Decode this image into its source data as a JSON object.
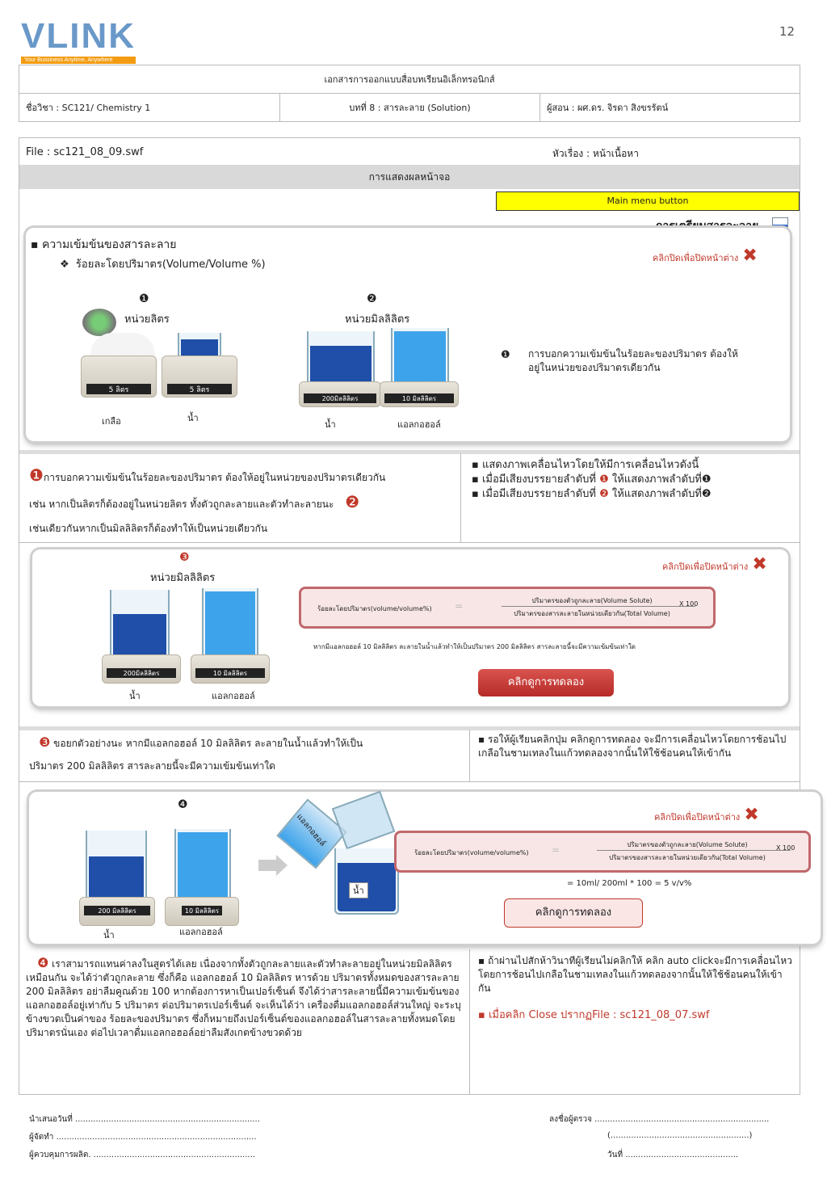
{
  "page_number": "12",
  "logo": {
    "text": "VLINK",
    "tagline": "Your Bussiness Anytime, Anywhere"
  },
  "header": {
    "doc_title": "เอกสารการออกแบบสื่อบทเรียนอิเล็กทรอนิกส์",
    "course": "ชื่อวิชา :  SC121/ Chemistry 1",
    "chapter": "บทที่  8  :  สารละลาย (Solution)",
    "instructor": "ผู้สอน :  ผศ.ดร. จิรดา   สิงขรรัตน์"
  },
  "file_row": {
    "file": "File : sc121_08_09.swf",
    "topic": "หัวเรื่อง :   หน้าเนื้อหา"
  },
  "display_section": "การแสดงผลหน้าจอ",
  "main_menu_button": "Main menu button",
  "prep_title": "การเตรียมสารละลาย",
  "popup1": {
    "heading": "ความเข้มข้นของสารละลาย",
    "subheading": "ร้อยละโดยปริมาตร(Volume/Volume %)",
    "close_label": "คลิกปิดเพื่อปิดหน้าต่าง",
    "marker1": "❶",
    "marker2": "❷",
    "unit_liter": "หน่วยลิตร",
    "unit_ml": "หน่วยมิลลิลิตร",
    "scale1": "5  ลิตร",
    "scale2": "5  ลิตร",
    "scale3": "200มิลลิลิตร",
    "scale4": "10 มิลลิลิตร",
    "lbl_salt": "เกลือ",
    "lbl_water1": "น้ำ",
    "lbl_water2": "น้ำ",
    "lbl_alcohol": "แอลกอฮอล์",
    "note_marker": "❶",
    "note": "การบอกความเข้มข้นในร้อยละของปริมาตร ต้องให้อยู่ในหน่วยของปริมาตรเดียวกัน"
  },
  "narr1": {
    "marker": "❶",
    "line1": "การบอกความเข้มข้นในร้อยละของปริมาตร  ต้องให้อยู่ในหน่วยของปริมาตรเดียวกัน",
    "line2": "เช่น  หากเป็นลิตรก็ต้องอยู่ในหน่วยลิตร  ทั้งตัวถูกละลายและตัวทำละลายนะ",
    "marker2": "❷",
    "line3": "เช่นเดียวกันหากเป็นมิลลิลิตรก็ต้องทำให้เป็นหน่วยเดียวกัน"
  },
  "instr1": {
    "b1": "แสดงภาพเคลื่อนไหวโดยให้มีการเคลื่อนไหวดังนี้",
    "b2a": "เมื่อมีเสียงบรรยายลำดับที่",
    "b2m": "❶",
    "b2b": "ให้แสดงภาพลำดับที่❶",
    "b3a": "เมื่อมีเสียงบรรยายลำดับที่",
    "b3m": "❷",
    "b3b": "ให้แสดงภาพลำดับที่❷"
  },
  "popup2": {
    "marker": "❸",
    "unit_ml": "หน่วยมิลลิลิตร",
    "close_label": "คลิกปิดเพื่อปิดหน้าต่าง",
    "formula_left": "ร้อยละโดยปริมาตร(volume/volume%)",
    "formula_eq": "=",
    "numerator": "ปริมาตรของตัวถูกละลาย(Volume Solute)",
    "denominator": "ปริมาตรของสารละลายในหน่วยเดียวกัน(Total  Volume)",
    "times": "X  100",
    "question": "หากมีแอลกอฮอล์ 10 มิลลิลิตร  ละลายในน้ำแล้วทำให้เป็นปริมาตร 200 มิลลิลิตร  สารละลายนี้จะมีความเข้มข้นเท่าใด",
    "button": "คลิกดูการทดลอง",
    "scale1": "200มิลลิลิตร",
    "scale2": "10 มิลลิลิตร",
    "lbl_water": "น้ำ",
    "lbl_alcohol": "แอลกอฮอล์"
  },
  "narr2": {
    "marker": "❸",
    "line1": "ขอยกตัวอย่างนะ  หากมีแอลกอฮอล์ 10 มิลลิลิตร  ละลายในน้ำแล้วทำให้เป็น",
    "line2": "ปริมาตร 200 มิลลิลิตร  สารละลายนี้จะมีความเข้มข้นเท่าใด"
  },
  "instr2": {
    "text": "รอให้ผู้เรียนคลิกปุ่ม คลิกดูการทดลอง    จะมีการเคลื่อนไหวโดยการช้อนไปเกลือในชามเทลงในแก้วทดลองจากนั้นให้ใช้ช้อนคนให้เข้ากัน"
  },
  "popup3": {
    "marker": "❹",
    "close_label": "คลิกปิดเพื่อปิดหน้าต่าง",
    "pour_label": "แอลกอฮอล์",
    "water_label": "น้ำ",
    "formula_left": "ร้อยละโดยปริมาตร(volume/volume%)",
    "formula_eq": "=",
    "numerator": "ปริมาตรของตัวถูกละลาย(Volume Solute)",
    "denominator": "ปริมาตรของสารละลายในหน่วยเดียวกัน(Total  Volume)",
    "times": "X  100",
    "result": "=  10ml/ 200ml  * 100  =  5   v/v%",
    "button": "คลิกดูการทดลอง",
    "scale1": "200 มิลลิลิตร",
    "scale2": "10 มิลลิลิตร",
    "lbl_water": "น้ำ",
    "lbl_alcohol": "แอลกอฮอล์"
  },
  "narr3": {
    "marker": "❹",
    "text": "เราสามารถแทนค่าลงในสูตรได้เลย  เนื่องจากทั้งตัวถูกละลายและตัวทำละลายอยู่ในหน่วยมิลลิลิตรเหมือนกัน  จะได้ว่าตัวถูกละลาย ซึ่งก็คือ  แอลกอฮอล์ 10 มิลลิลิตร หารด้วย ปริมาตรทั้งหมดของสารละลาย 200 มิลลิลิตร  อย่าลืมคูณด้วย 100  หากต้องการหาเป็นเปอร์เซ็นต์  จึงได้ว่าสารละลายนี้มีความเข้มข้นของแอลกอฮอล์อยู่เท่ากับ 5 ปริมาตร ต่อปริมาตรเปอร์เซ็นต์  จะเห็นได้ว่า  เครื่องดื่มแอลกอฮอล์ส่วนใหญ่  จะระบุข้างขวดเป็นค่าของ ร้อยละของปริมาตร ซึ่งก็หมายถึงเปอร์เซ็นต์ของแอลกอฮอล์ในสารละลายทั้งหมดโดยปริมาตรนั่นเอง  ต่อไปเวลาดื่มแอลกอฮอล์อย่าลืมสังเกตข้างขวดด้วย"
  },
  "instr3": {
    "b1": "ถ้าผ่านไปสักห้าวินาทีผู้เรียนไม่คลิกให้ คลิก  auto clickจะมีการเคลื่อนไหวโดยการช้อนไปเกลือในชามเทลงในแก้วทดลองจากนั้นให้ใช้ช้อนคนให้เข้ากัน",
    "b2": "เมื่อคลิก  Close     ปรากฏFile : sc121_08_07.swf"
  },
  "footer": {
    "presented": "นำเสนอวันที่ ........................................................................",
    "producer": "ผู้จัดทำ ..............................................................................",
    "supervisor": "ผู้ควบคุมการผลิต. ...............................................................",
    "checker": "ลงชื่อผู้ตรวจ ....................................................................",
    "checker_name": "(......................................................)",
    "date": "วันที่ ............................................"
  },
  "colors": {
    "accent_red": "#c0392b",
    "yellow": "#ffff00",
    "water_dark": "#1f4fa8",
    "water_light": "#3da3ea"
  }
}
